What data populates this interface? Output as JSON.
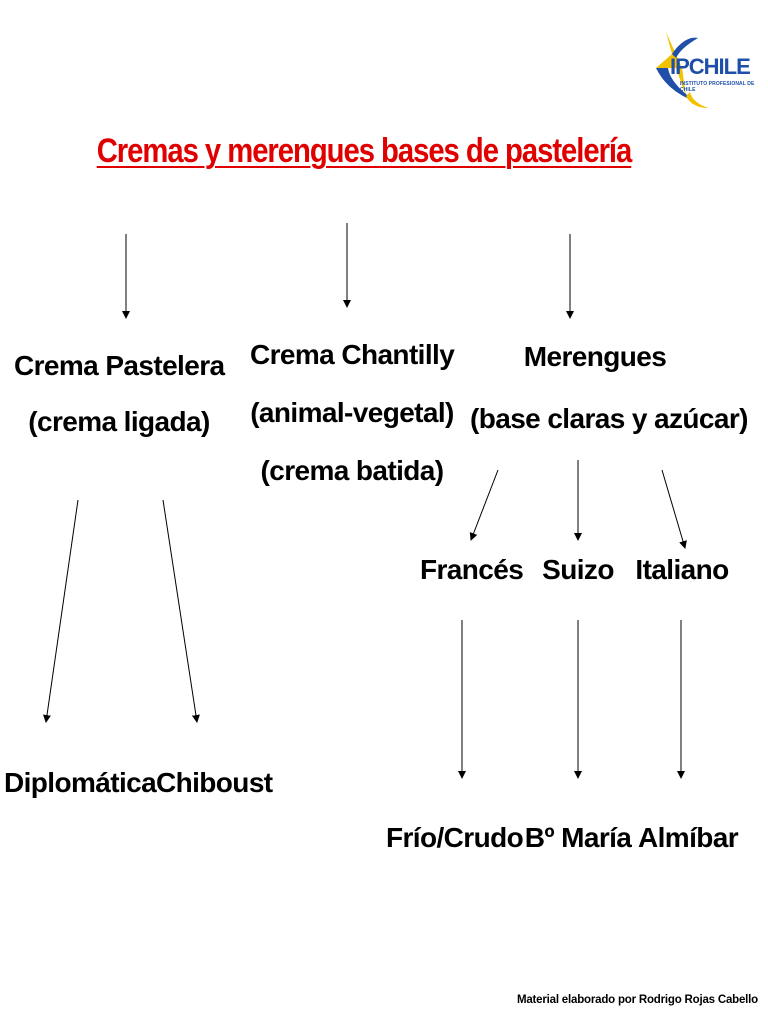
{
  "logo": {
    "name": "IPCHILE",
    "subtitle": "INSTITUTO PROFESIONAL DE CHILE"
  },
  "title": "Cremas y merengues bases  de pastelería",
  "nodes": {
    "crema_pastelera": [
      "Crema Pastelera",
      "(crema ligada)"
    ],
    "crema_chantilly": [
      "Crema Chantilly",
      "(animal-vegetal)",
      "(crema batida)"
    ],
    "merengues": [
      "Merengues",
      "(base claras y azúcar)"
    ],
    "diplomatica": "Diplomática",
    "chiboust": "Chiboust",
    "frances": "Francés",
    "suizo": "Suizo",
    "italiano": "Italiano",
    "frio_crudo": "Frío/Crudo",
    "bano_maria": "Bº María",
    "almibar": "Almíbar"
  },
  "edges": [
    {
      "from": "title",
      "to": "crema_pastelera"
    },
    {
      "from": "title",
      "to": "crema_chantilly"
    },
    {
      "from": "title",
      "to": "merengues"
    },
    {
      "from": "crema_pastelera",
      "to": "diplomatica"
    },
    {
      "from": "crema_pastelera",
      "to": "chiboust"
    },
    {
      "from": "merengues",
      "to": "frances"
    },
    {
      "from": "merengues",
      "to": "suizo"
    },
    {
      "from": "merengues",
      "to": "italiano"
    },
    {
      "from": "frances",
      "to": "frio_crudo"
    },
    {
      "from": "suizo",
      "to": "bano_maria"
    },
    {
      "from": "italiano",
      "to": "almibar"
    }
  ],
  "credit": "Material elaborado por Rodrigo Rojas Cabello",
  "colors": {
    "title": "#e00000",
    "text": "#000000",
    "logo_blue": "#1f4fa8",
    "logo_yellow": "#f2c200"
  }
}
